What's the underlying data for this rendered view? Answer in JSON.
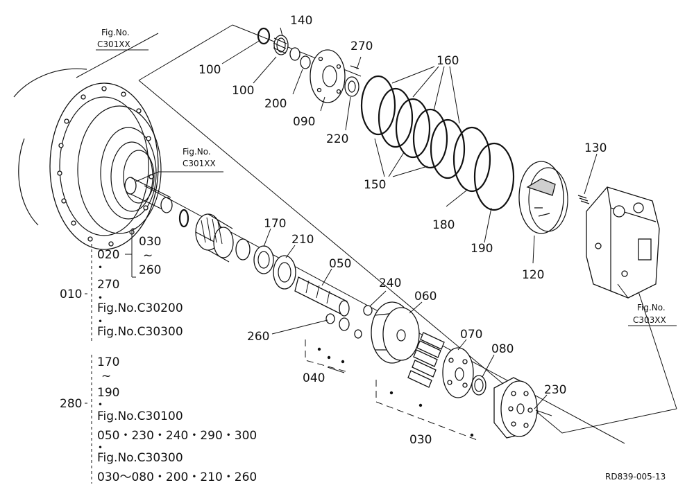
{
  "refs": {
    "fig_c301_top": [
      "Fig.No.",
      "C301XX"
    ],
    "fig_c301_mid": [
      "Fig.No.",
      "C301XX"
    ],
    "fig_c303": [
      "Fig.No.",
      "C303XX"
    ]
  },
  "callouts": {
    "p100a": "100",
    "p100b": "100",
    "p140": "140",
    "p200": "200",
    "p090": "090",
    "p270": "270",
    "p220": "220",
    "p160": "160",
    "p150": "150",
    "p180": "180",
    "p190": "190",
    "p120": "120",
    "p130": "130",
    "p170": "170",
    "p210": "210",
    "p050": "050",
    "p240": "240",
    "p060": "060",
    "p260": "260",
    "p040": "040",
    "p070": "070",
    "p080": "080",
    "p230": "230",
    "p030": "030"
  },
  "legend": {
    "g010": {
      "code": "010",
      "sub_top": "020",
      "sub_range": [
        "030",
        "~",
        "260"
      ],
      "dot": "・",
      "item_270": "270",
      "fig1": "Fig.No.C30200",
      "fig2": "Fig.No.C30300"
    },
    "g280": {
      "code": "280",
      "range": [
        "170",
        "~",
        "190"
      ],
      "dot": "・",
      "fig1": "Fig.No.C30100",
      "list1": "050・230・240・290・300",
      "fig2": "Fig.No.C30300",
      "list2": "030～080・200・210・260"
    }
  },
  "drawing_code": "RD839-005-13"
}
